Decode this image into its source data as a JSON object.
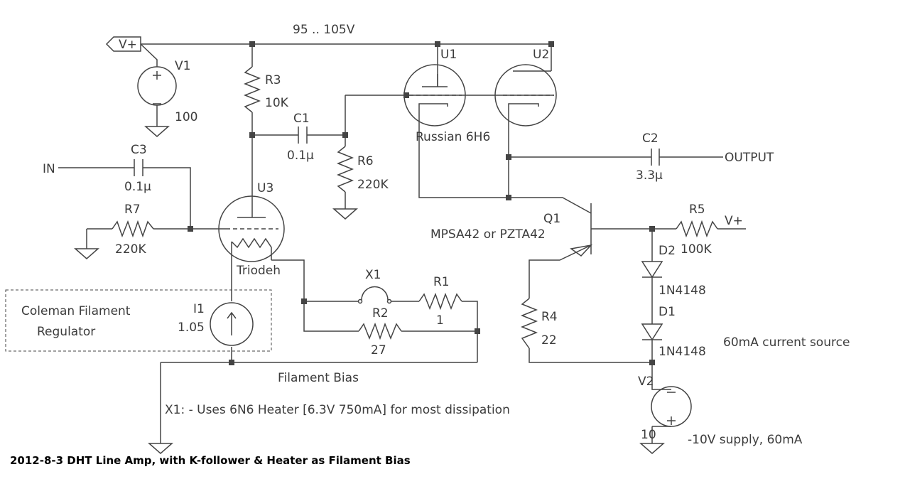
{
  "title": "2012-8-3 DHT Line Amp, with K-follower & Heater as Filament Bias",
  "net_labels": {
    "supply_voltage": "95 .. 105V",
    "vplus": "V+",
    "vplus_r5": "V+",
    "input": "IN",
    "output": "OUTPUT",
    "filament_bias": "Filament Bias",
    "current_source": "60mA current source",
    "neg_supply": "-10V supply, 60mA"
  },
  "notes": {
    "x1_note": "X1: - Uses 6N6 Heater [6.3V 750mA] for most dissipation",
    "coleman_line1": "Coleman Filament",
    "coleman_line2": "Regulator"
  },
  "components": {
    "V1": {
      "ref": "V1",
      "value": "100"
    },
    "V2": {
      "ref": "V2",
      "value": "10"
    },
    "R1": {
      "ref": "R1",
      "value": "1"
    },
    "R2": {
      "ref": "R2",
      "value": "27"
    },
    "R3": {
      "ref": "R3",
      "value": "10K"
    },
    "R4": {
      "ref": "R4",
      "value": "22"
    },
    "R5": {
      "ref": "R5",
      "value": "100K"
    },
    "R6": {
      "ref": "R6",
      "value": "220K"
    },
    "R7": {
      "ref": "R7",
      "value": "220K"
    },
    "C1": {
      "ref": "C1",
      "value": "0.1µ"
    },
    "C2": {
      "ref": "C2",
      "value": "3.3µ"
    },
    "C3": {
      "ref": "C3",
      "value": "0.1µ"
    },
    "U1": {
      "ref": "U1"
    },
    "U2": {
      "ref": "U2"
    },
    "U1U2": {
      "value": "Russian 6H6"
    },
    "U3": {
      "ref": "U3",
      "value": "Triodeh"
    },
    "Q1": {
      "ref": "Q1",
      "value": "MPSA42 or PZTA42"
    },
    "D1": {
      "ref": "D1",
      "value": "1N4148"
    },
    "D2": {
      "ref": "D2",
      "value": "1N4148"
    },
    "I1": {
      "ref": "I1",
      "value": "1.05"
    },
    "X1": {
      "ref": "X1"
    }
  }
}
